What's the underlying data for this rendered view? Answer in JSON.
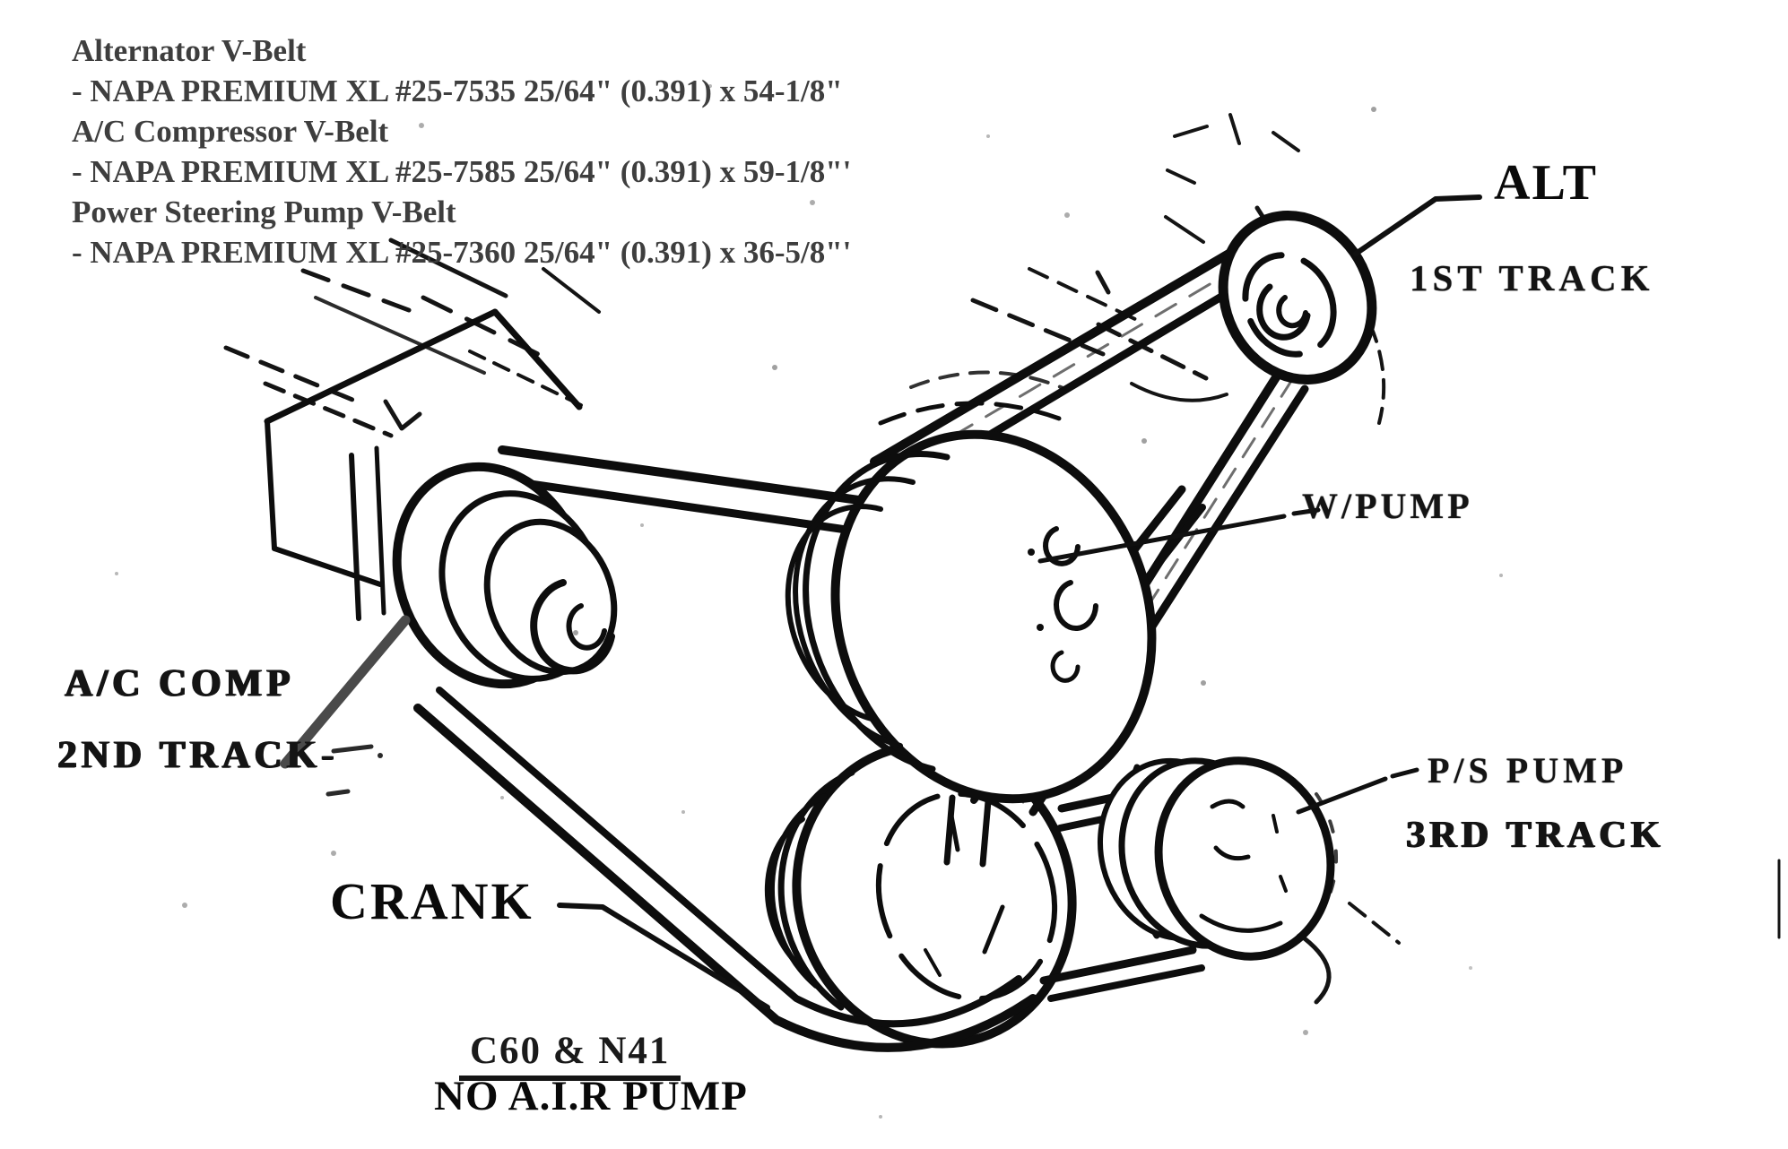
{
  "document": {
    "background": "#ffffff",
    "ink_color": "#101010",
    "spec_text_color": "#3e3e3e"
  },
  "belt_specs": [
    {
      "title": "Alternator V-Belt",
      "detail": "- NAPA PREMIUM XL #25-7535 25/64\" (0.391) x 54-1/8\""
    },
    {
      "title": "A/C Compressor V-Belt",
      "detail": "- NAPA PREMIUM XL #25-7585 25/64\" (0.391) x 59-1/8\"'"
    },
    {
      "title": "Power Steering Pump V-Belt",
      "detail": "- NAPA PREMIUM XL #25-7360 25/64\" (0.391) x 36-5/8\"'"
    }
  ],
  "diagram_labels": {
    "alternator": "ALT",
    "alternator_track": "1ST TRACK",
    "water_pump": "W/PUMP",
    "power_steering_pump": "P/S PUMP",
    "power_steering_track": "3RD TRACK",
    "ac_compressor": "A/C COMP",
    "ac_compressor_track": "2ND TRACK-",
    "crankshaft": "CRANK",
    "option_codes": "C60 & N41",
    "air_pump_note": "NO A.I.R PUMP"
  }
}
